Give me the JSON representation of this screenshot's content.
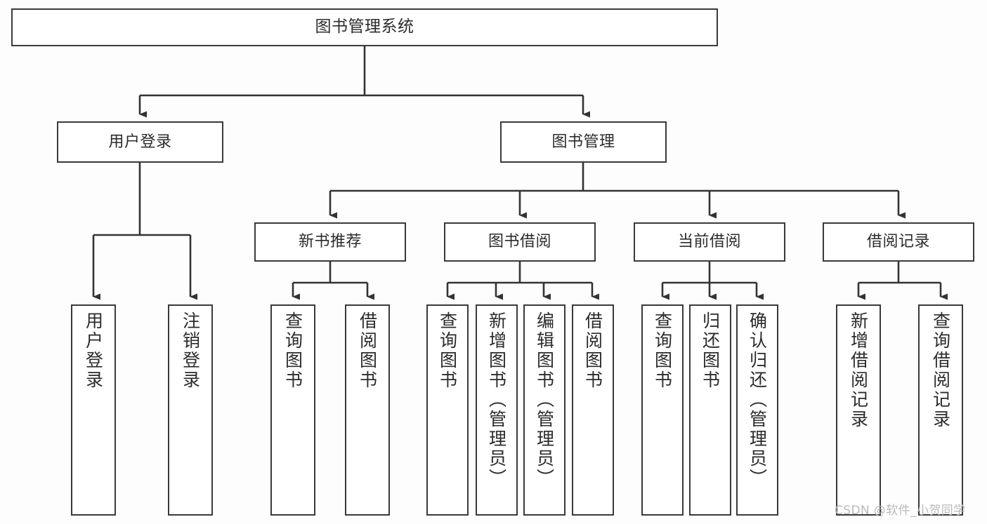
{
  "diagram": {
    "title": "图书管理系统",
    "type": "tree",
    "watermark": "CSDN @软件_小贺同学",
    "colors": {
      "background": "#fdfdfd",
      "node_fill": "#ffffff",
      "node_border": "#3a3a3a",
      "edge": "#333333",
      "text": "#2b2b2b",
      "watermark": "#b9b9b9"
    },
    "root": {
      "label": "图书管理系统"
    },
    "level1": [
      {
        "label": "用户登录"
      },
      {
        "label": "图书管理"
      }
    ],
    "level2": [
      {
        "label": "新书推荐"
      },
      {
        "label": "图书借阅"
      },
      {
        "label": "当前借阅"
      },
      {
        "label": "借阅记录"
      }
    ],
    "leaves": {
      "user_login": [
        {
          "label": "用户登录"
        },
        {
          "label": "注销登录"
        }
      ],
      "new_book_recommend": [
        {
          "label": "查询图书"
        },
        {
          "label": "借阅图书"
        }
      ],
      "book_borrow": [
        {
          "label": "查询图书"
        },
        {
          "label": "新增图书（管理员）"
        },
        {
          "label": "编辑图书（管理员）"
        },
        {
          "label": "借阅图书"
        }
      ],
      "current_borrow": [
        {
          "label": "查询图书"
        },
        {
          "label": "归还图书"
        },
        {
          "label": "确认归还（管理员）"
        }
      ],
      "borrow_records": [
        {
          "label": "新增借阅记录"
        },
        {
          "label": "查询借阅记录"
        }
      ]
    }
  }
}
